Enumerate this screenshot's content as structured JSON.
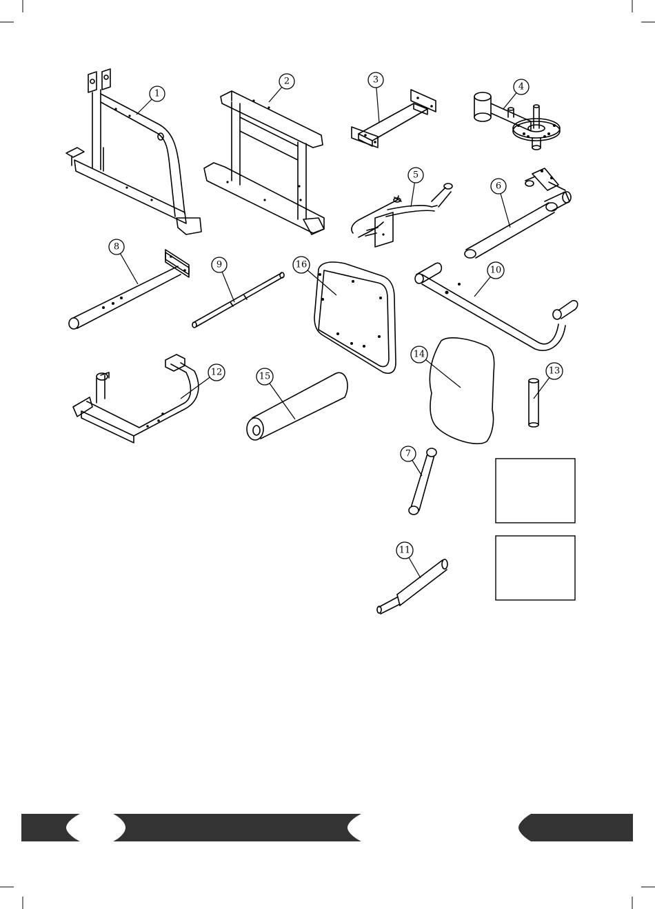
{
  "parts": [
    {
      "number": "1"
    },
    {
      "number": "2"
    },
    {
      "number": "3"
    },
    {
      "number": "4"
    },
    {
      "number": "5"
    },
    {
      "number": "6"
    },
    {
      "number": "7"
    },
    {
      "number": "8"
    },
    {
      "number": "9"
    },
    {
      "number": "10"
    },
    {
      "number": "11"
    },
    {
      "number": "12"
    },
    {
      "number": "13"
    },
    {
      "number": "14"
    },
    {
      "number": "15"
    },
    {
      "number": "16"
    }
  ],
  "colors": {
    "line": "#000000",
    "footer_bar": "#333333",
    "background": "#ffffff"
  }
}
